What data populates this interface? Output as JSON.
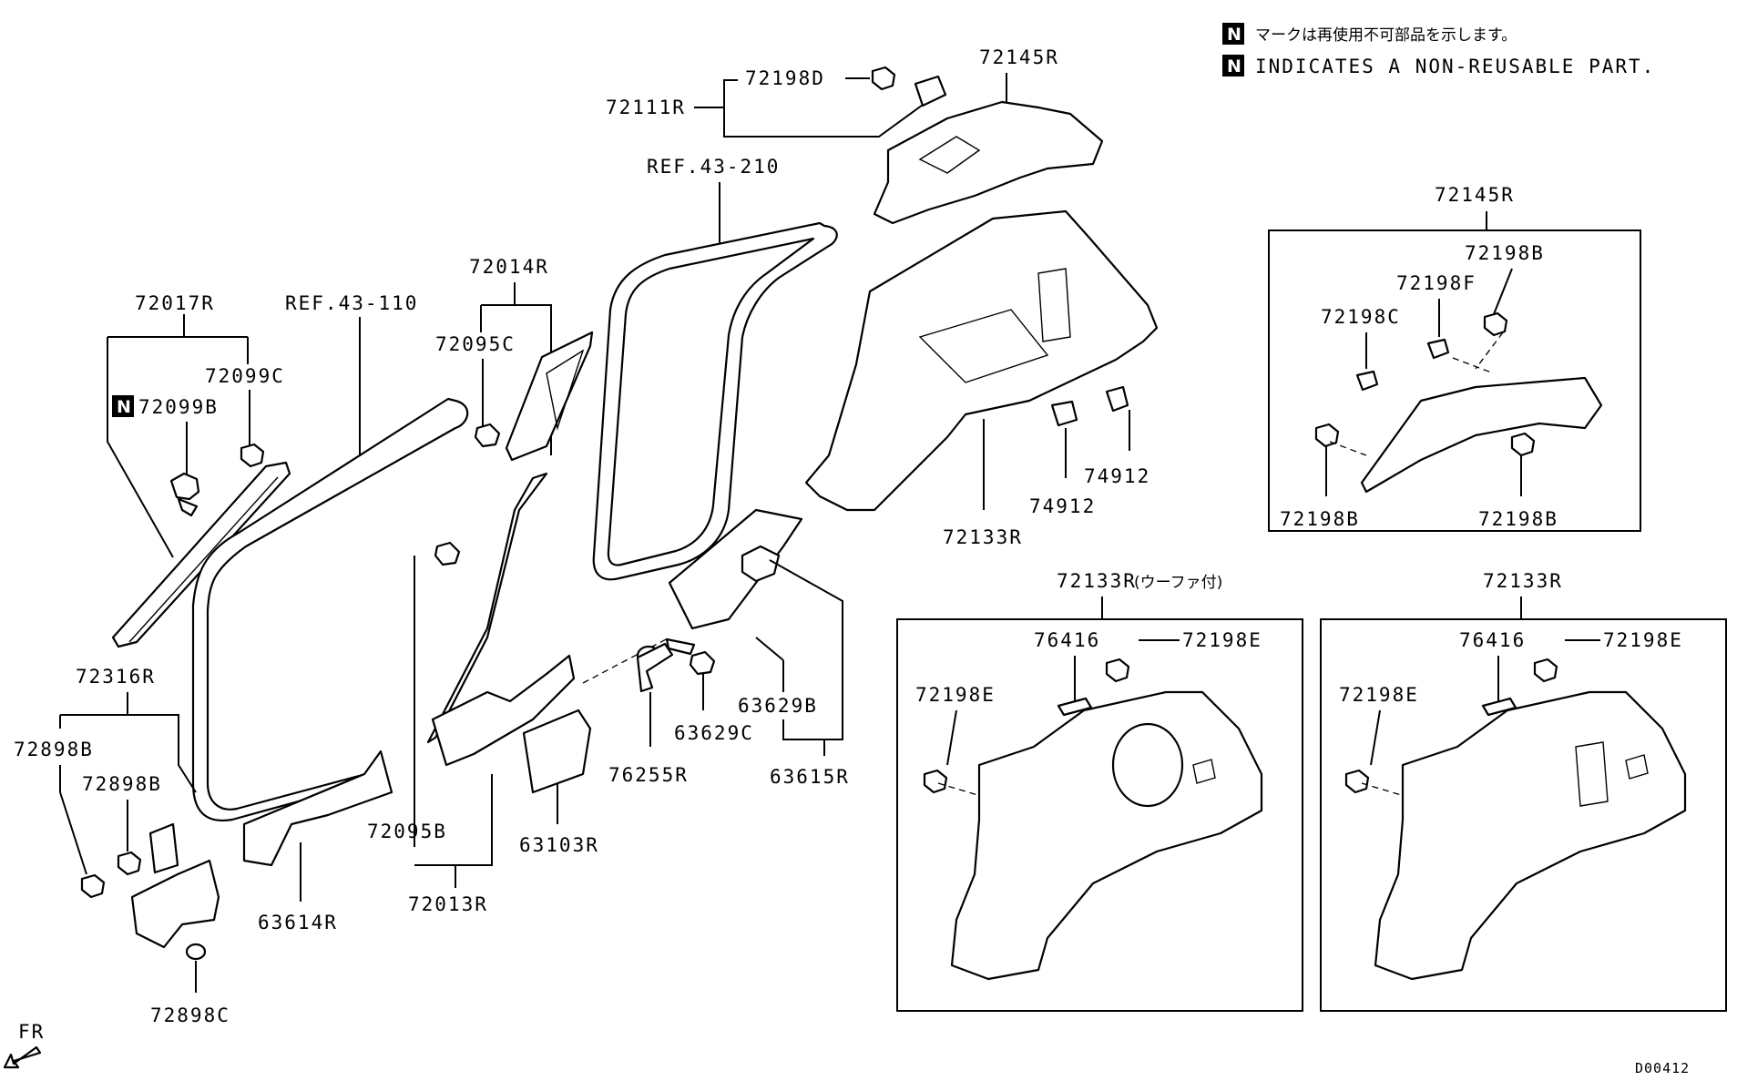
{
  "legend": {
    "badge": "N",
    "jp_line": "マークは再使用不可部品を示します。",
    "en_line": "INDICATES A NON-REUSABLE PART."
  },
  "diagram_code": "D00412",
  "front_label": "FR",
  "callouts": {
    "p72017R": "72017R",
    "p72099C": "72099C",
    "p72099B": "72099B",
    "ref43_110": "REF.43-110",
    "p72014R": "72014R",
    "p72095C": "72095C",
    "ref43_210": "REF.43-210",
    "p72111R": "72111R",
    "p72198D": "72198D",
    "p72145R_top": "72145R",
    "p72133R_main": "72133R",
    "p74912_a": "74912",
    "p74912_b": "74912",
    "p72316R": "72316R",
    "p72898B_a": "72898B",
    "p72898B_b": "72898B",
    "p72898C": "72898C",
    "p63614R": "63614R",
    "p72095B": "72095B",
    "p72013R": "72013R",
    "p63103R": "63103R",
    "p76255R": "76255R",
    "p63629C": "63629C",
    "p63629B": "63629B",
    "p63615R": "63615R"
  },
  "detail_boxes": {
    "clip_box": {
      "title": "72145R",
      "p72198B_top": "72198B",
      "p72198F": "72198F",
      "p72198C": "72198C",
      "p72198B_left": "72198B",
      "p72198B_right": "72198B"
    },
    "woofer_box": {
      "title": "72133R",
      "title_note": "(ウーファ付)",
      "p76416": "76416",
      "p72198E_a": "72198E",
      "p72198E_b": "72198E"
    },
    "standard_box": {
      "title": "72133R",
      "p76416": "76416",
      "p72198E_a": "72198E",
      "p72198E_b": "72198E"
    }
  }
}
